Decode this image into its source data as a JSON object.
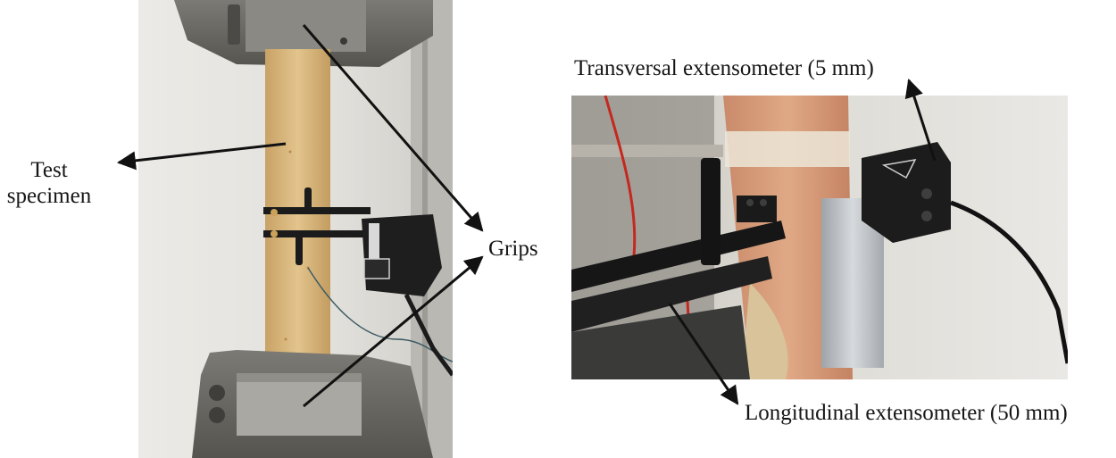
{
  "labels": {
    "test_specimen_line1": "Test",
    "test_specimen_line2": "specimen",
    "grips": "Grips",
    "transversal": "Transversal extensometer (5 mm)",
    "longitudinal": "Longitudinal extensometer (50 mm)"
  },
  "photos": {
    "left": "tensile test machine with specimen, grips and clip-on extensometer",
    "right": "close-up of transversal and longitudinal extensometers on specimen"
  },
  "colors": {
    "text": "#161616",
    "arrow": "#111111",
    "specimen": "#d9b97c",
    "grip_metal": "#6b6b66"
  }
}
